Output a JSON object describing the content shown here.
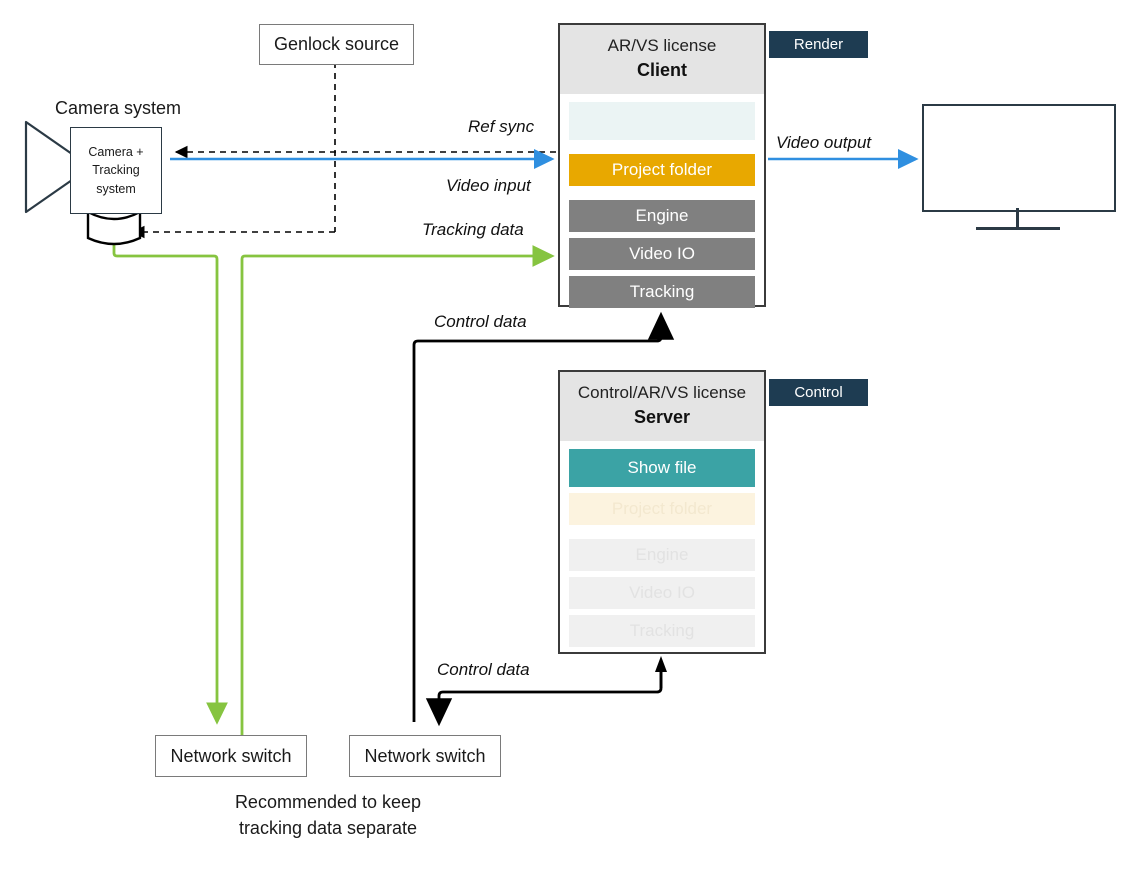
{
  "diagram": {
    "title": "AR/VS Client-Server topology",
    "colors": {
      "ref_sync": "#000000",
      "video": "#2f8fe0",
      "tracking": "#86c440",
      "control": "#000000",
      "badge": "#1e3c52",
      "project_folder": "#e8a800",
      "show_file": "#3ba3a5",
      "module": "#808080"
    }
  },
  "genlock": {
    "label": "Genlock source"
  },
  "camera": {
    "caption": "Camera system",
    "box_lines": [
      "Camera +",
      "Tracking",
      "system"
    ]
  },
  "client": {
    "license": "AR/VS license",
    "role": "Client",
    "badge": "Render",
    "rows": [
      {
        "label": "",
        "state": "ghost-teal"
      },
      {
        "label": "Project folder",
        "state": "active-amber"
      },
      {
        "label": "Engine",
        "state": "active-gray"
      },
      {
        "label": "Video IO",
        "state": "active-gray"
      },
      {
        "label": "Tracking",
        "state": "active-gray"
      }
    ]
  },
  "server": {
    "license": "Control/AR/VS license",
    "role": "Server",
    "badge": "Control",
    "rows": [
      {
        "label": "Show file",
        "state": "active-teal"
      },
      {
        "label": "Project folder",
        "state": "ghost-amber"
      },
      {
        "label": "Engine",
        "state": "ghost-gray"
      },
      {
        "label": "Video IO",
        "state": "ghost-gray"
      },
      {
        "label": "Tracking",
        "state": "ghost-gray"
      }
    ]
  },
  "switches": {
    "tracking_switch": "Network switch",
    "control_switch": "Network switch",
    "note_line1": "Recommended to keep",
    "note_line2": "tracking data separate"
  },
  "wire_labels": {
    "ref_sync": "Ref sync",
    "video_input": "Video input",
    "tracking_data": "Tracking data",
    "control_data_top": "Control data",
    "control_data_bottom": "Control data",
    "video_output": "Video output"
  },
  "monitor": {
    "name": "display"
  }
}
